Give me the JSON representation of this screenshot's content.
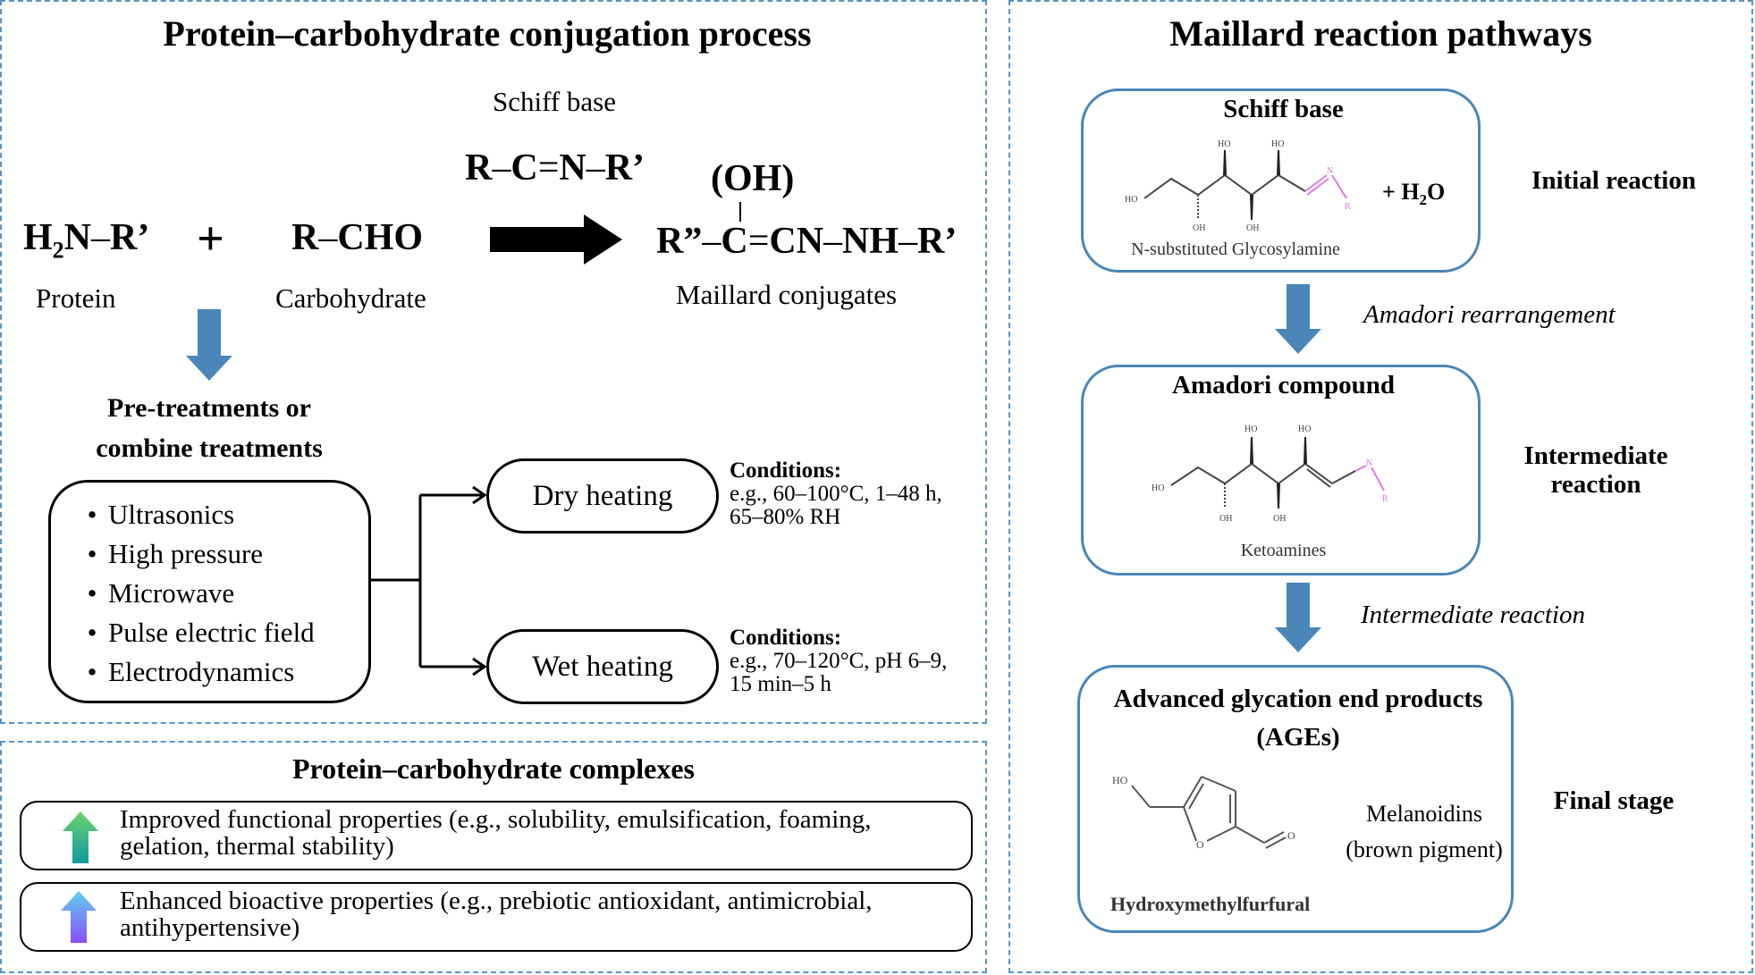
{
  "left_panel": {
    "title": "Protein–carbohydrate conjugation process",
    "schiff_base_label": "Schiff base",
    "schiff_base_formula": {
      "r": "R",
      "b1": "–",
      "c": "C",
      "b2": "=",
      "n": "N",
      "b3": "–",
      "r2": "R’"
    },
    "reactant_protein": {
      "formula_h": "H",
      "sub": "2",
      "rest": "N",
      "bond": "–",
      "r": "R’",
      "label": "Protein"
    },
    "plus_sign": "+",
    "reactant_carbohydrate": {
      "r": "R",
      "bond": "–",
      "cho": "CHO",
      "label": "Carbohydrate"
    },
    "product": {
      "oh": "(OH)",
      "vbond": "|",
      "r2": "R”",
      "b1": "–",
      "c": "C",
      "b2": "=",
      "cn": "CN",
      "b3": "–",
      "nh": "NH",
      "b4": "–",
      "r": "R’",
      "label": "Maillard conjugates"
    },
    "pretreatment_heading_line1": "Pre-treatments or",
    "pretreatment_heading_line2": "combine treatments",
    "bullet": "•",
    "treatments": [
      "Ultrasonics",
      "High pressure",
      "Microwave",
      "Pulse electric field",
      "Electrodynamics"
    ],
    "heating_methods": [
      {
        "label": "Dry heating",
        "conditions_heading": "Conditions:",
        "conditions_line1": "e.g., 60–100°C, 1–48 h,",
        "conditions_line2": "65–80% RH"
      },
      {
        "label": "Wet heating",
        "conditions_heading": "Conditions:",
        "conditions_line1": "e.g., 70–120°C, pH 6–9,",
        "conditions_line2": "15 min–5 h"
      }
    ]
  },
  "complexes_panel": {
    "title": "Protein–carbohydrate complexes",
    "items": [
      {
        "line1": "Improved functional properties (e.g., solubility, emulsification, foaming,",
        "line2": "gelation, thermal stability)",
        "arrow_icon": "green-up-arrow",
        "color_top": "#6bd36a",
        "color_bottom": "#0f9aa0"
      },
      {
        "line1": "Enhanced bioactive properties (e.g., prebiotic antioxidant, antimicrobial,",
        "line2": "antihypertensive)",
        "arrow_icon": "blue-up-arrow",
        "color_top": "#5fd0ea",
        "color_bottom": "#8b4dff"
      }
    ]
  },
  "right_panel": {
    "title": "Maillard reaction pathways",
    "stages": [
      {
        "box_title": "Schiff base",
        "molecule_caption": "N-substituted Glycosylamine",
        "extra": "+ H",
        "extra_sub": "2",
        "extra_end": "O",
        "stage_label_line1": "Initial reaction",
        "stage_label_line2": ""
      },
      {
        "box_title": "Amadori compound",
        "molecule_caption": "Ketoamines",
        "stage_label_line1": "Intermediate",
        "stage_label_line2": "reaction"
      },
      {
        "box_title_line1": "Advanced glycation end products",
        "box_title_line2": "(AGEs)",
        "molecule_caption": "Hydroxymethylfurfural",
        "side_line1": "Melanoidins",
        "side_line2": "(brown pigment)",
        "stage_label_line1": "Final stage"
      }
    ],
    "transitions": [
      "Amadori rearrangement",
      "Intermediate reaction"
    ],
    "atom_labels": {
      "ho": "HO",
      "oh": "OH",
      "n": "N",
      "r": "R",
      "o": "O"
    }
  },
  "colors": {
    "panel_border": "#5b93c4",
    "box_border_blue": "#4a86b8",
    "arrow_blue": "#4a86b8",
    "n_r_pink": "#e07ae0"
  }
}
